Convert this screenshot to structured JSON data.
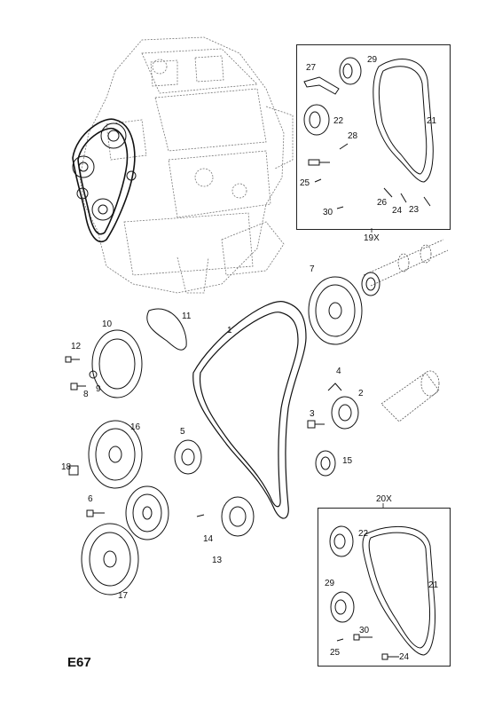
{
  "page_code": "E67",
  "insets": {
    "top": {
      "title": "19X",
      "labels": [
        "27",
        "29",
        "22",
        "21",
        "28",
        "25",
        "26",
        "24",
        "23",
        "30"
      ]
    },
    "bottom": {
      "title": "20X",
      "labels": [
        "22",
        "29",
        "21",
        "30",
        "25",
        "24"
      ]
    }
  },
  "parts": [
    {
      "n": "7"
    },
    {
      "n": "1"
    },
    {
      "n": "10"
    },
    {
      "n": "11"
    },
    {
      "n": "12"
    },
    {
      "n": "8"
    },
    {
      "n": "9"
    },
    {
      "n": "4"
    },
    {
      "n": "2"
    },
    {
      "n": "3"
    },
    {
      "n": "16"
    },
    {
      "n": "5"
    },
    {
      "n": "15"
    },
    {
      "n": "18"
    },
    {
      "n": "6"
    },
    {
      "n": "14"
    },
    {
      "n": "13"
    },
    {
      "n": "17"
    }
  ]
}
